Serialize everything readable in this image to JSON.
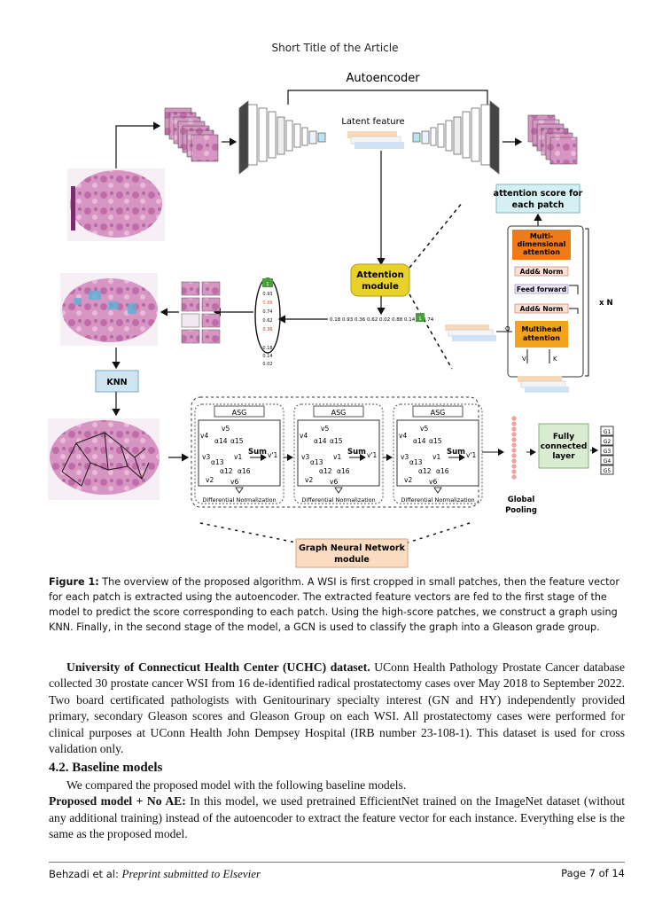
{
  "header": {
    "running_title": "Short Title of the Article"
  },
  "figure": {
    "autoencoder_label": "Autoencoder",
    "latent_label": "Latent feature",
    "attention_score_label_1": "attention score for",
    "attention_score_label_2": "each patch",
    "attention_module_1": "Attention",
    "attention_module_2": "module",
    "multi_dim_1": "Multi-",
    "multi_dim_2": "dimensional",
    "multi_dim_3": "attention",
    "add_norm": "Add& Norm",
    "feed_forward": "Feed forward",
    "multihead_1": "Multihead",
    "multihead_2": "attention",
    "xn": "x N",
    "q": "Q",
    "v": "V",
    "k": "K",
    "knn": "KNN",
    "asg": "ASG",
    "sum": "Sum",
    "diff_norm": "Differential Normalization",
    "global_pooling_1": "Global",
    "global_pooling_2": "Pooling",
    "fc_1": "Fully",
    "fc_2": "connected",
    "fc_3": "layer",
    "gnn_1": "Graph Neural Network",
    "gnn_2": "module",
    "grades": [
      "G1",
      "G2",
      "G3",
      "G4",
      "G5"
    ],
    "score_column": [
      "1",
      "0.93",
      "0.88",
      "0.74",
      "0.62",
      "0.36",
      "0.18",
      "0.14",
      "0.02"
    ],
    "score_row": "0.18 0.93 0.36 0.62 0.02 0.88 0.14 ... 0.74",
    "score_row_last": "1",
    "nodes": {
      "v1": "v1",
      "v2": "v2",
      "v3": "v3",
      "v4": "v4",
      "v5": "v5",
      "v6": "v6",
      "vp1": "v'1",
      "a14": "α14",
      "a15": "α15",
      "a13": "α13",
      "a12": "α12",
      "a16": "α16"
    }
  },
  "caption": {
    "label": "Figure 1:",
    "text": " The overview of the proposed algorithm. A WSI is first cropped in small patches, then the feature vector for each patch is extracted using the autoencoder. The extracted feature vectors are fed to the first stage of the model to predict the score corresponding to each patch. Using the high-score patches, we construct a graph using KNN. Finally, in the second stage of the model, a GCN is used to classify the graph into a Gleason grade group."
  },
  "body": {
    "para1_bold": "University of Connecticut Health Center (UCHC) dataset.",
    "para1_text": " UConn Health Pathology Prostate Cancer database collected 30 prostate cancer WSI from 16 de-identified radical prostatectomy cases over May 2018 to September 2022. Two board certificated pathologists with Genitourinary specialty interest (GN and HY) independently provided primary, secondary Gleason scores and Gleason Group on each WSI. All prostatectomy cases were performed for clinical purposes at UConn Health John Dempsey Hospital (IRB number 23-108-1). This dataset is used for cross validation only.",
    "section_heading": "4.2. Baseline models",
    "para2_intro": "We compared the proposed model with the following baseline models.",
    "para2_bold": "Proposed model + No AE:",
    "para2_text": " In this model, we used pretrained EfficientNet trained on the ImageNet dataset (without any additional training) instead of the autoencoder to extract the feature vector for each instance. Everything else is the same as the proposed model."
  },
  "footer": {
    "authors": "Behzadi et al:",
    "journal": "Preprint submitted to Elsevier",
    "page": "Page 7 of 14"
  },
  "colors": {
    "attention_module": "#e8d22a",
    "multi_dim_attention": "#f07a18",
    "multihead_attention": "#f4a21d",
    "attention_score_box": "#d4f0f2",
    "knn_box": "#cfe6f2",
    "fc_box": "#d9ecd2",
    "gnn_box": "#fbdcc0",
    "tissue": "#c97ab0"
  }
}
